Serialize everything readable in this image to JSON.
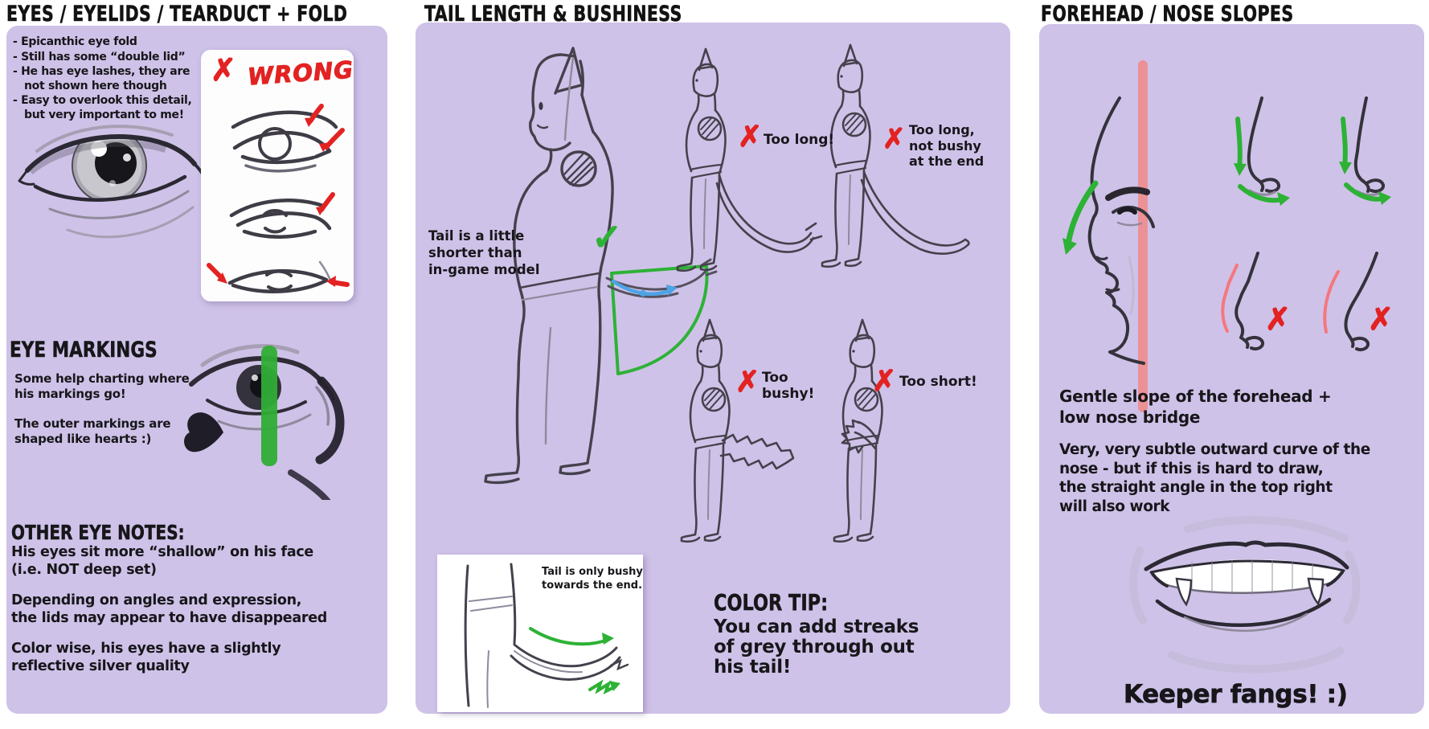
{
  "colors": {
    "panel_bg": "#cfc2e8",
    "ink": "#17161a",
    "sketch": "#45414c",
    "red": "#e32222",
    "green": "#2db236",
    "blue": "#4da3e6",
    "pink_stripe": "#ee8c8c"
  },
  "icons": {
    "wrong_x": "✗",
    "check": "✓"
  },
  "panel_eyes": {
    "title": "EYES / EYELIDS / TEARDUCT + FOLD",
    "notes": [
      "- Epicanthic eye fold",
      "- Still has some “double lid”",
      "- He has eye lashes, they are not shown here though",
      "- Easy to overlook this detail, but very important to me!"
    ],
    "wrong_label": "WRONG",
    "markings_heading": "EYE MARKINGS",
    "markings_note1": "Some help charting where\nhis markings go!",
    "markings_note2": "The outer markings are\nshaped like hearts :)",
    "other_heading": "OTHER EYE NOTES:",
    "other_note1": "His eyes sit more “shallow” on his face\n(i.e. NOT deep set)",
    "other_note2": "Depending on angles and expression,\nthe lids may appear to have disappeared",
    "other_note3": "Color wise, his eyes have a slightly\nreflective silver quality"
  },
  "panel_tail": {
    "title": "TAIL LENGTH & BUSHINESS",
    "main_note": "Tail is a little\nshorter than\nin-game model",
    "label_too_long": "Too long!",
    "label_too_long_thin": "Too long,\nnot bushy\nat the end",
    "label_too_bushy": "Too\nbushy!",
    "label_too_short": "Too short!",
    "inset_note": "Tail is only bushy\ntowards the end.",
    "tip_heading": "COLOR TIP:",
    "tip_body": "You can add streaks\nof grey through out\nhis tail!"
  },
  "panel_face": {
    "title": "FOREHEAD / NOSE SLOPES",
    "note1": "Gentle slope of the forehead +\nlow nose bridge",
    "note2": "Very, very subtle outward curve of the\nnose - but if this is hard to draw,\nthe straight angle in the top right\nwill also work",
    "fangs_caption": "Keeper fangs! :)"
  }
}
